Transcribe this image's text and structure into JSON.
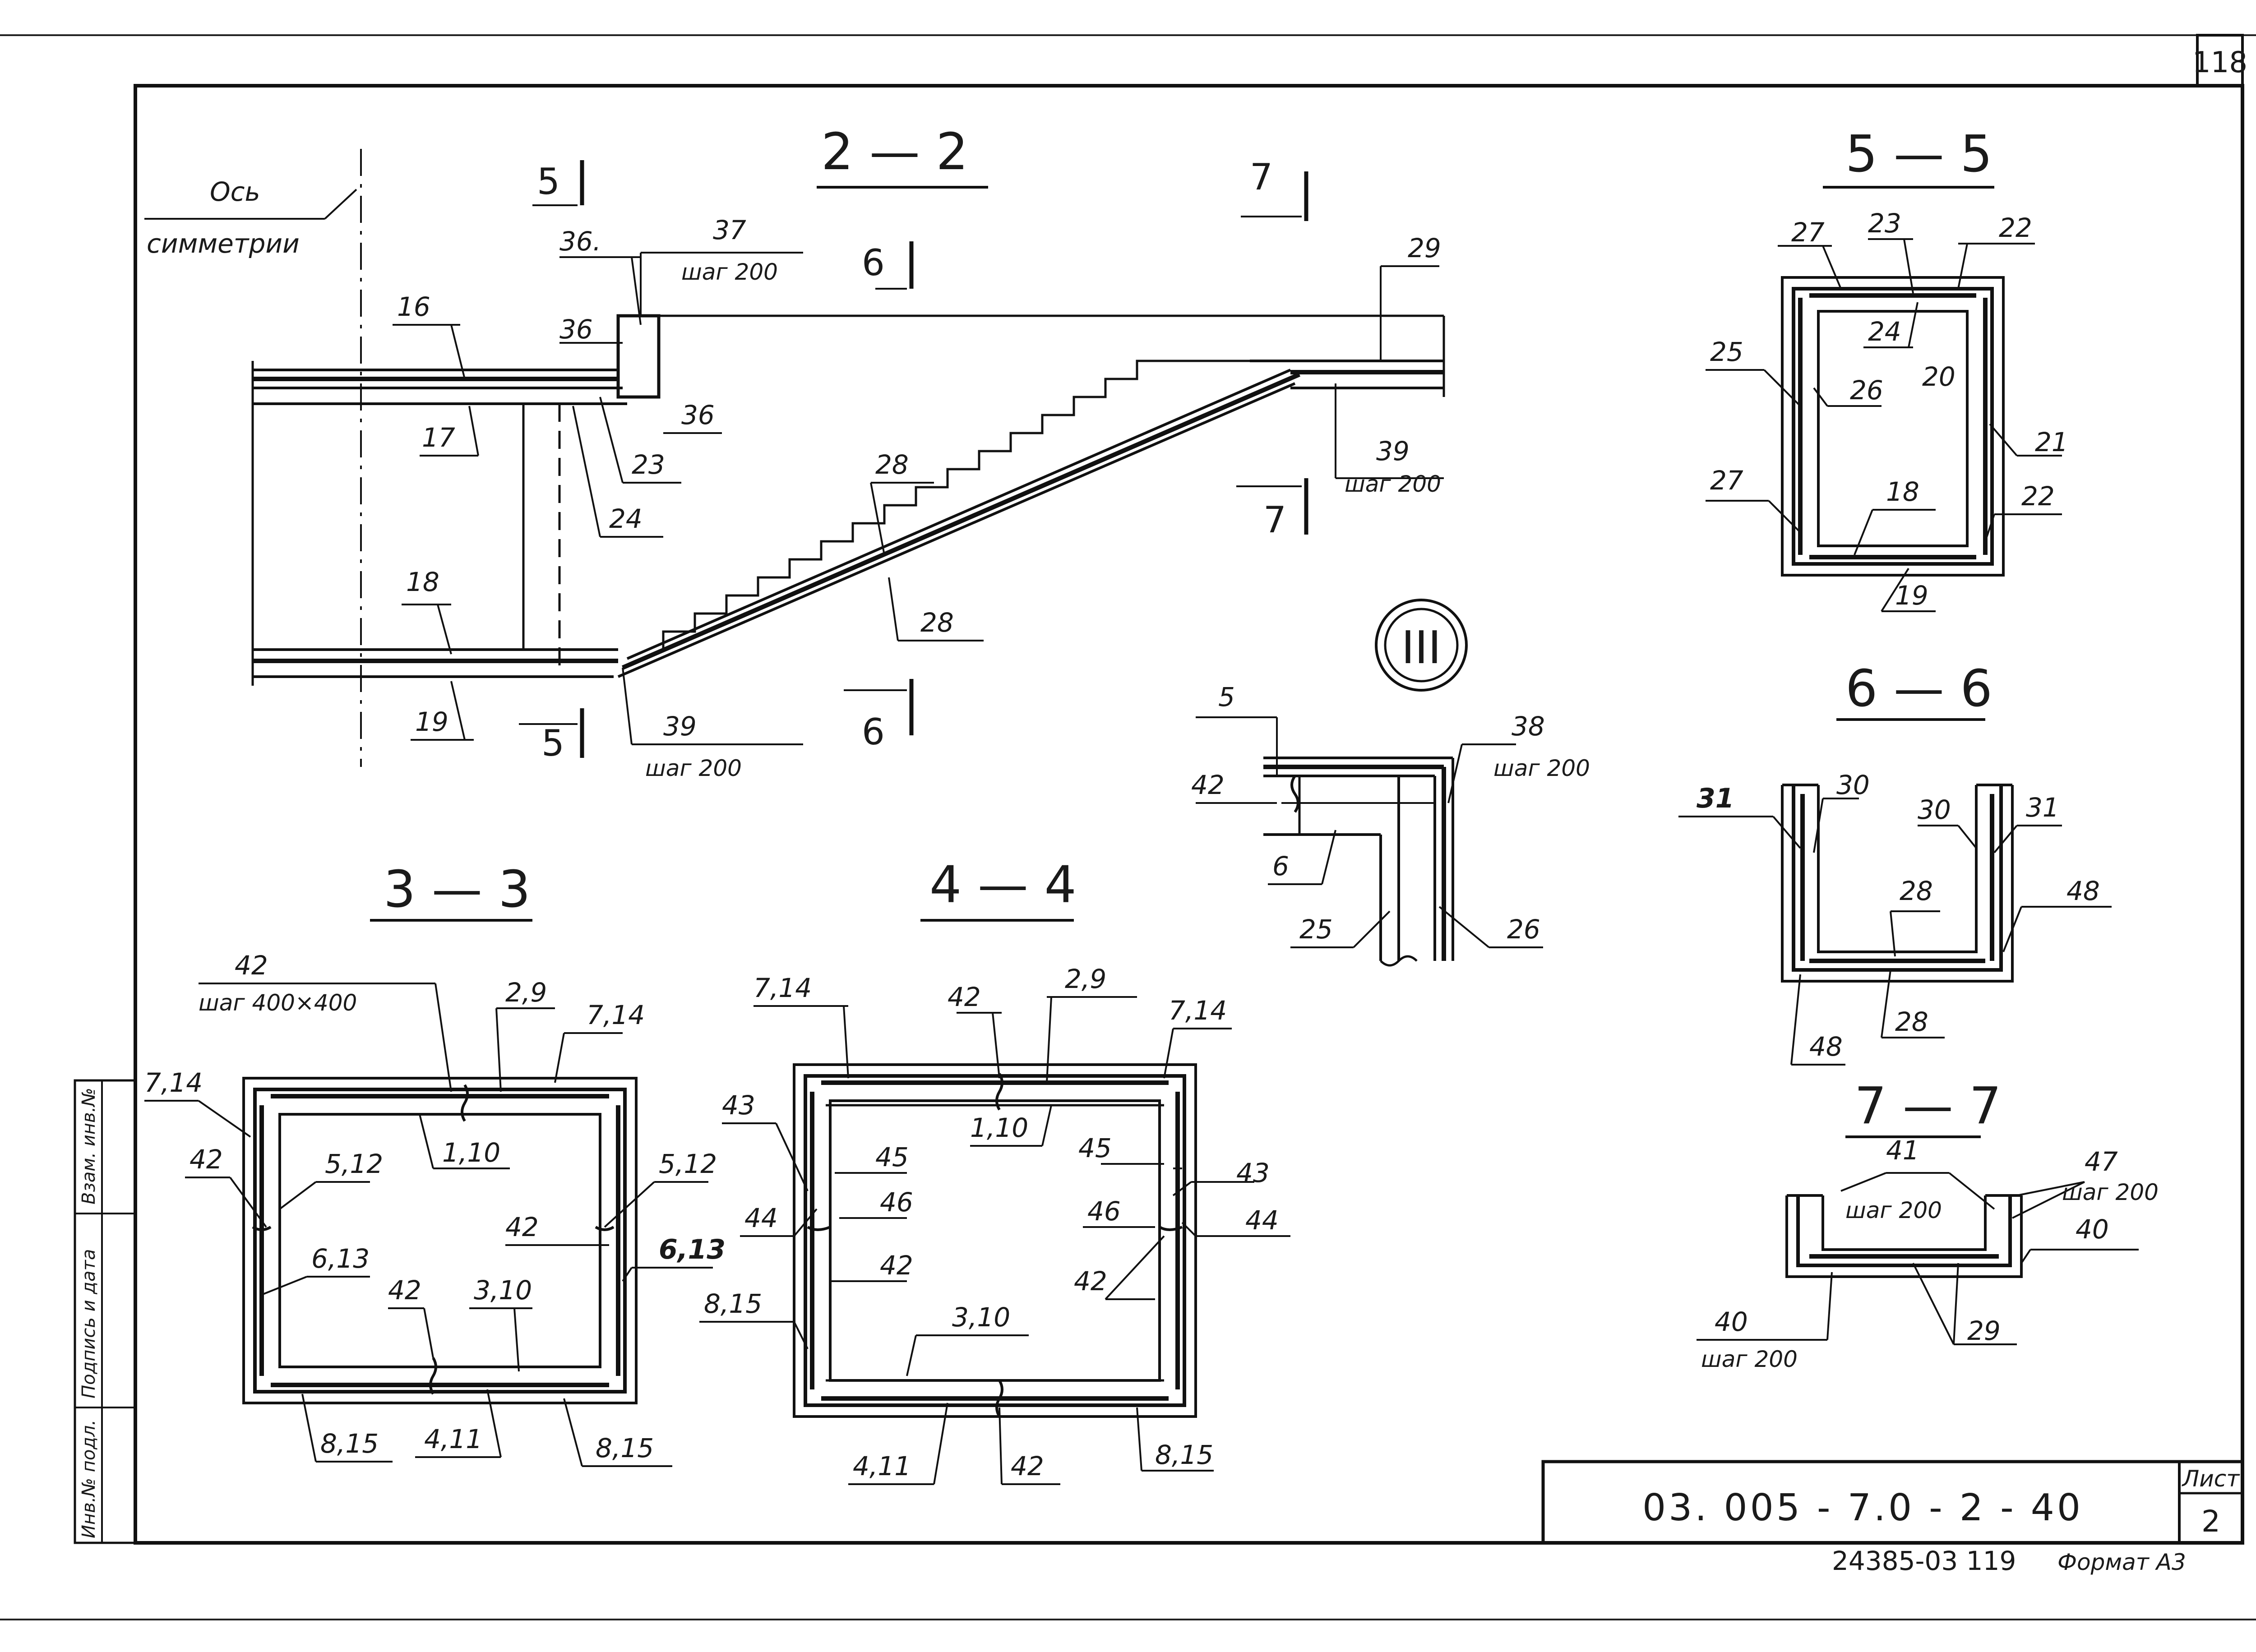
{
  "sheet": {
    "sheet_number": "118",
    "designation": "03. 005 - 7.0 - 2 - 40",
    "list_caption": "Лист",
    "list_number": "2",
    "footer_code": "24385-03  119",
    "format": "Формат А3",
    "roman_mark": "III"
  },
  "side_stamp": {
    "cell1": "Взам. инв.№",
    "cell2": "Подпись и дата",
    "cell3": "Инв.№ подл."
  },
  "section_2_2": {
    "title": "2 — 2",
    "axis_label_1": "Ось",
    "axis_label_2": "симметрии",
    "cut_5": "5",
    "cut_6": "6",
    "cut_7": "7",
    "callouts": [
      "16",
      "17",
      "18",
      "19",
      "23",
      "24",
      "28",
      "28",
      "29",
      "36",
      "36",
      "36.",
      "37",
      "39",
      "39"
    ],
    "step_37": "шаг 200",
    "step_39_bottom": "шаг  200",
    "step_39_top": "шаг 200"
  },
  "section_3_3": {
    "title": "3 — 3",
    "l42_top": "42",
    "step": "шаг  400×400",
    "callouts": [
      "2,9",
      "7,14",
      "7,14",
      "1,10",
      "5,12",
      "5,12",
      "42",
      "42",
      "42",
      "42",
      "6,13",
      "6,13",
      "3,10",
      "8,15",
      "4,11",
      "8,15"
    ]
  },
  "section_4_4": {
    "title": "4 — 4",
    "callouts": [
      "7,14",
      "42",
      "2,9",
      "7,14",
      "43",
      "45",
      "1,10",
      "45",
      "43",
      "44",
      "46",
      "46",
      "44",
      "42",
      "42",
      "8,15",
      "3,10",
      "4,11",
      "42",
      "8,15"
    ]
  },
  "section_5_5": {
    "title": "5 — 5",
    "callouts": [
      "27",
      "23",
      "22",
      "24",
      "25",
      "26",
      "20",
      "21",
      "27",
      "18",
      "22",
      "19"
    ]
  },
  "section_6_6": {
    "title": "6 — 6",
    "callouts": [
      "31",
      "30",
      "30",
      "31",
      "28",
      "48",
      "48",
      "28"
    ]
  },
  "section_7_7": {
    "title": "7 — 7",
    "callouts": [
      "41",
      "47",
      "40",
      "29",
      "40"
    ],
    "step_41": "шаг 200",
    "step_47": "шаг 200",
    "step_40": "шаг 200"
  },
  "node_III": {
    "callouts": [
      "5",
      "42",
      "6",
      "38",
      "25",
      "26"
    ],
    "step_38": "шаг 200"
  }
}
